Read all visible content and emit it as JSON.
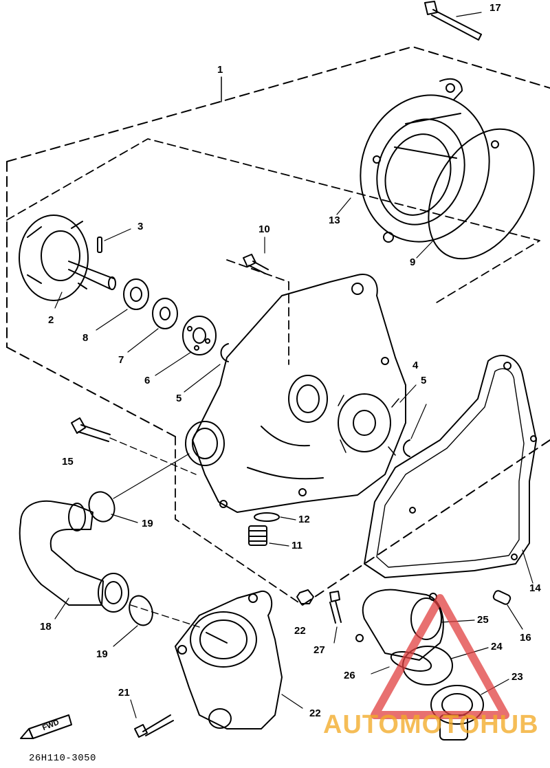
{
  "diagram": {
    "drawing_code": "26H110-3050",
    "direction_label": "FWD",
    "callouts": [
      {
        "id": "c1",
        "text": "1"
      },
      {
        "id": "c2",
        "text": "2"
      },
      {
        "id": "c3",
        "text": "3"
      },
      {
        "id": "c4",
        "text": "4"
      },
      {
        "id": "c5a",
        "text": "5"
      },
      {
        "id": "c5b",
        "text": "5"
      },
      {
        "id": "c6",
        "text": "6"
      },
      {
        "id": "c7",
        "text": "7"
      },
      {
        "id": "c8",
        "text": "8"
      },
      {
        "id": "c9",
        "text": "9"
      },
      {
        "id": "c10",
        "text": "10"
      },
      {
        "id": "c11",
        "text": "11"
      },
      {
        "id": "c12",
        "text": "12"
      },
      {
        "id": "c13",
        "text": "13"
      },
      {
        "id": "c14",
        "text": "14"
      },
      {
        "id": "c15",
        "text": "15"
      },
      {
        "id": "c16",
        "text": "16"
      },
      {
        "id": "c17",
        "text": "17"
      },
      {
        "id": "c18",
        "text": "18"
      },
      {
        "id": "c19a",
        "text": "19"
      },
      {
        "id": "c19b",
        "text": "19"
      },
      {
        "id": "c21",
        "text": "21"
      },
      {
        "id": "c22a",
        "text": "22"
      },
      {
        "id": "c22b",
        "text": "22"
      },
      {
        "id": "c23",
        "text": "23"
      },
      {
        "id": "c24",
        "text": "24"
      },
      {
        "id": "c25",
        "text": "25"
      },
      {
        "id": "c26",
        "text": "26"
      },
      {
        "id": "c27",
        "text": "27"
      }
    ]
  },
  "watermark": {
    "text": "AUTOMOTOHUB",
    "color": "#f2aa28",
    "triangle_color": "#e04040"
  },
  "colors": {
    "line": "#000000",
    "background": "#ffffff"
  }
}
